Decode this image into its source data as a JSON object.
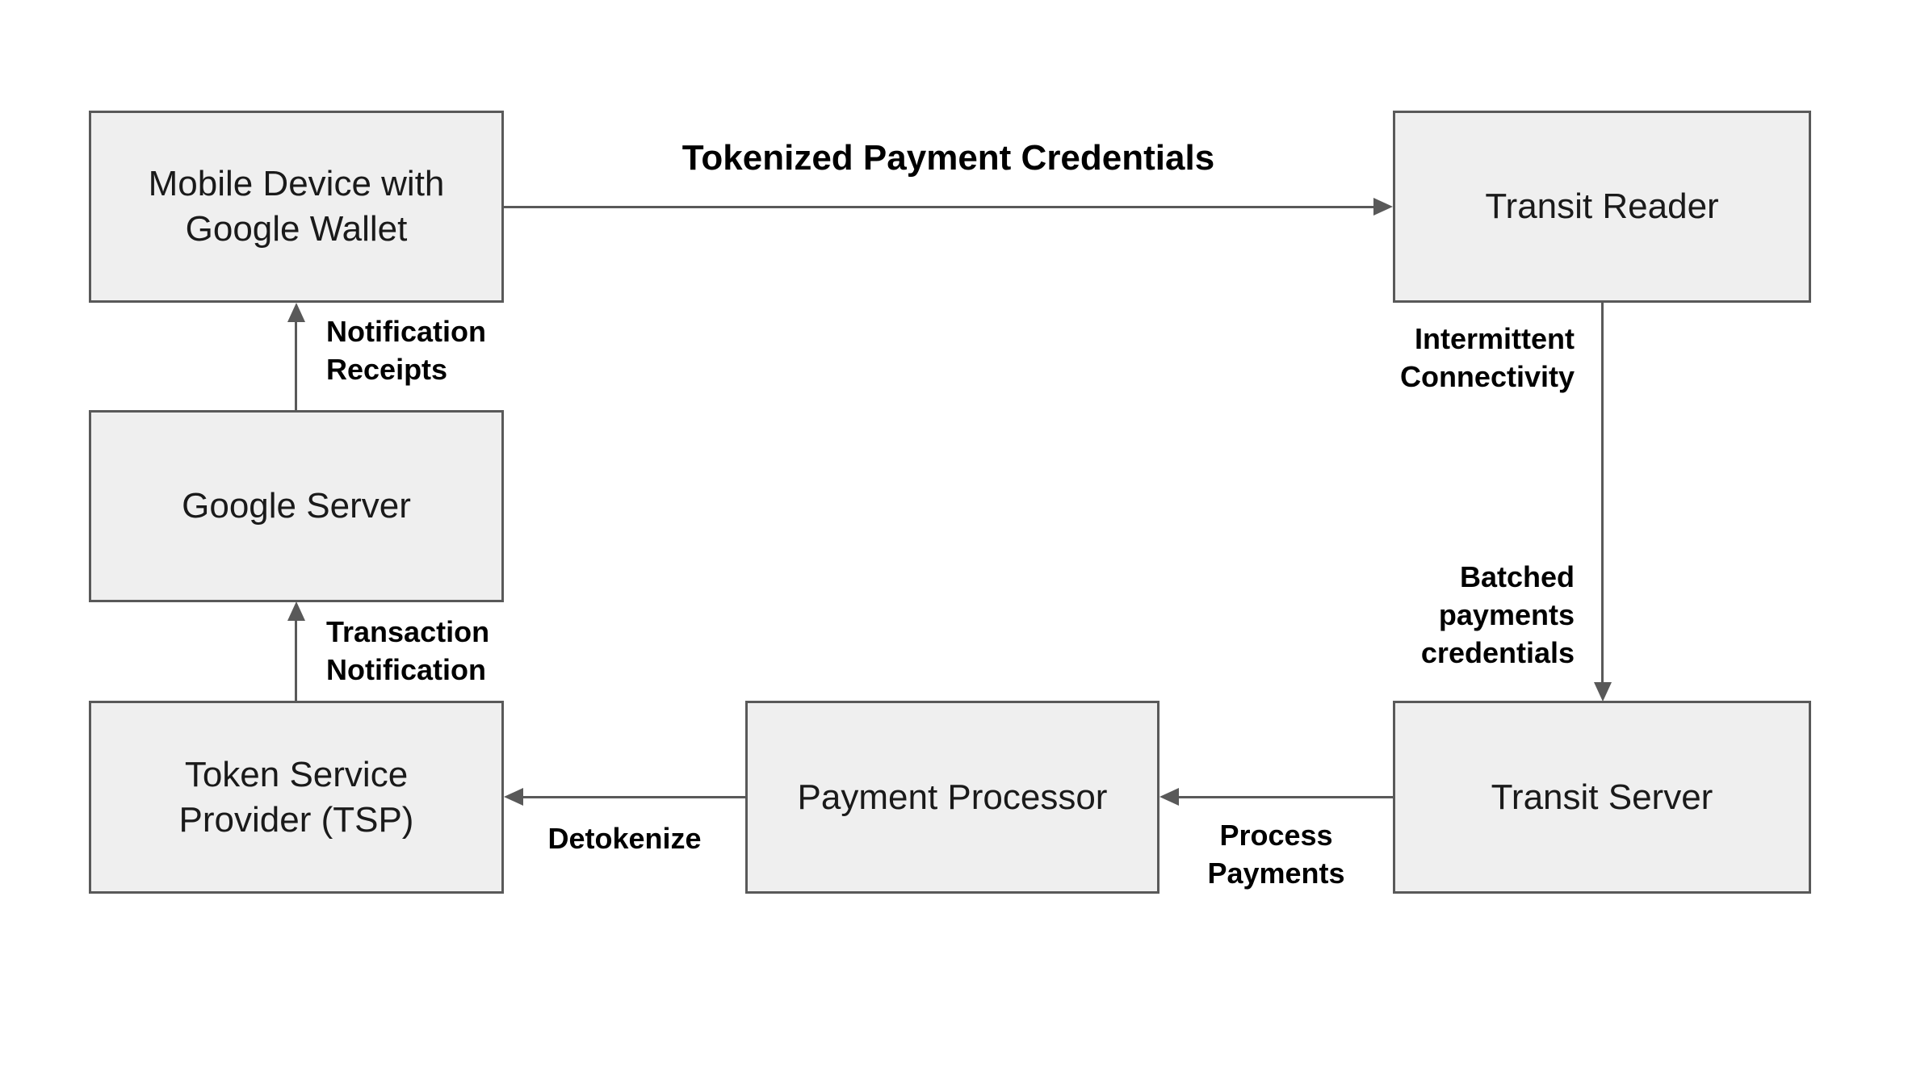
{
  "diagram": {
    "description": "Flow diagram of tokenized transit payments with Google Wallet",
    "colors": {
      "background": "#ffffff",
      "node_fill": "#efefef",
      "node_border": "#595959",
      "arrow": "#595959",
      "node_text": "#1a1a1a",
      "label_text": "#000000"
    },
    "nodes": [
      {
        "id": "mobile-device-google-wallet",
        "label": "Mobile Device with\nGoogle Wallet"
      },
      {
        "id": "transit-reader",
        "label": "Transit Reader"
      },
      {
        "id": "google-server",
        "label": "Google Server"
      },
      {
        "id": "token-service-provider",
        "label": "Token Service\nProvider (TSP)"
      },
      {
        "id": "payment-processor",
        "label": "Payment Processor"
      },
      {
        "id": "transit-server",
        "label": "Transit Server"
      }
    ],
    "edges": [
      {
        "id": "tokenized-payment-credentials",
        "from": "mobile-device-google-wallet",
        "to": "transit-reader",
        "direction": "right",
        "label": "Tokenized Payment Credentials"
      },
      {
        "id": "reader-to-transit-server",
        "from": "transit-reader",
        "to": "transit-server",
        "direction": "down",
        "label_top": "Intermittent\nConnectivity",
        "label_bottom": "Batched\npayments\ncredentials"
      },
      {
        "id": "process-payments",
        "from": "transit-server",
        "to": "payment-processor",
        "direction": "left",
        "label": "Process\nPayments"
      },
      {
        "id": "detokenize",
        "from": "payment-processor",
        "to": "token-service-provider",
        "direction": "left",
        "label": "Detokenize"
      },
      {
        "id": "transaction-notification",
        "from": "token-service-provider",
        "to": "google-server",
        "direction": "up",
        "label": "Transaction\nNotification"
      },
      {
        "id": "notification-receipts",
        "from": "google-server",
        "to": "mobile-device-google-wallet",
        "direction": "up",
        "label": "Notification\nReceipts"
      }
    ]
  }
}
